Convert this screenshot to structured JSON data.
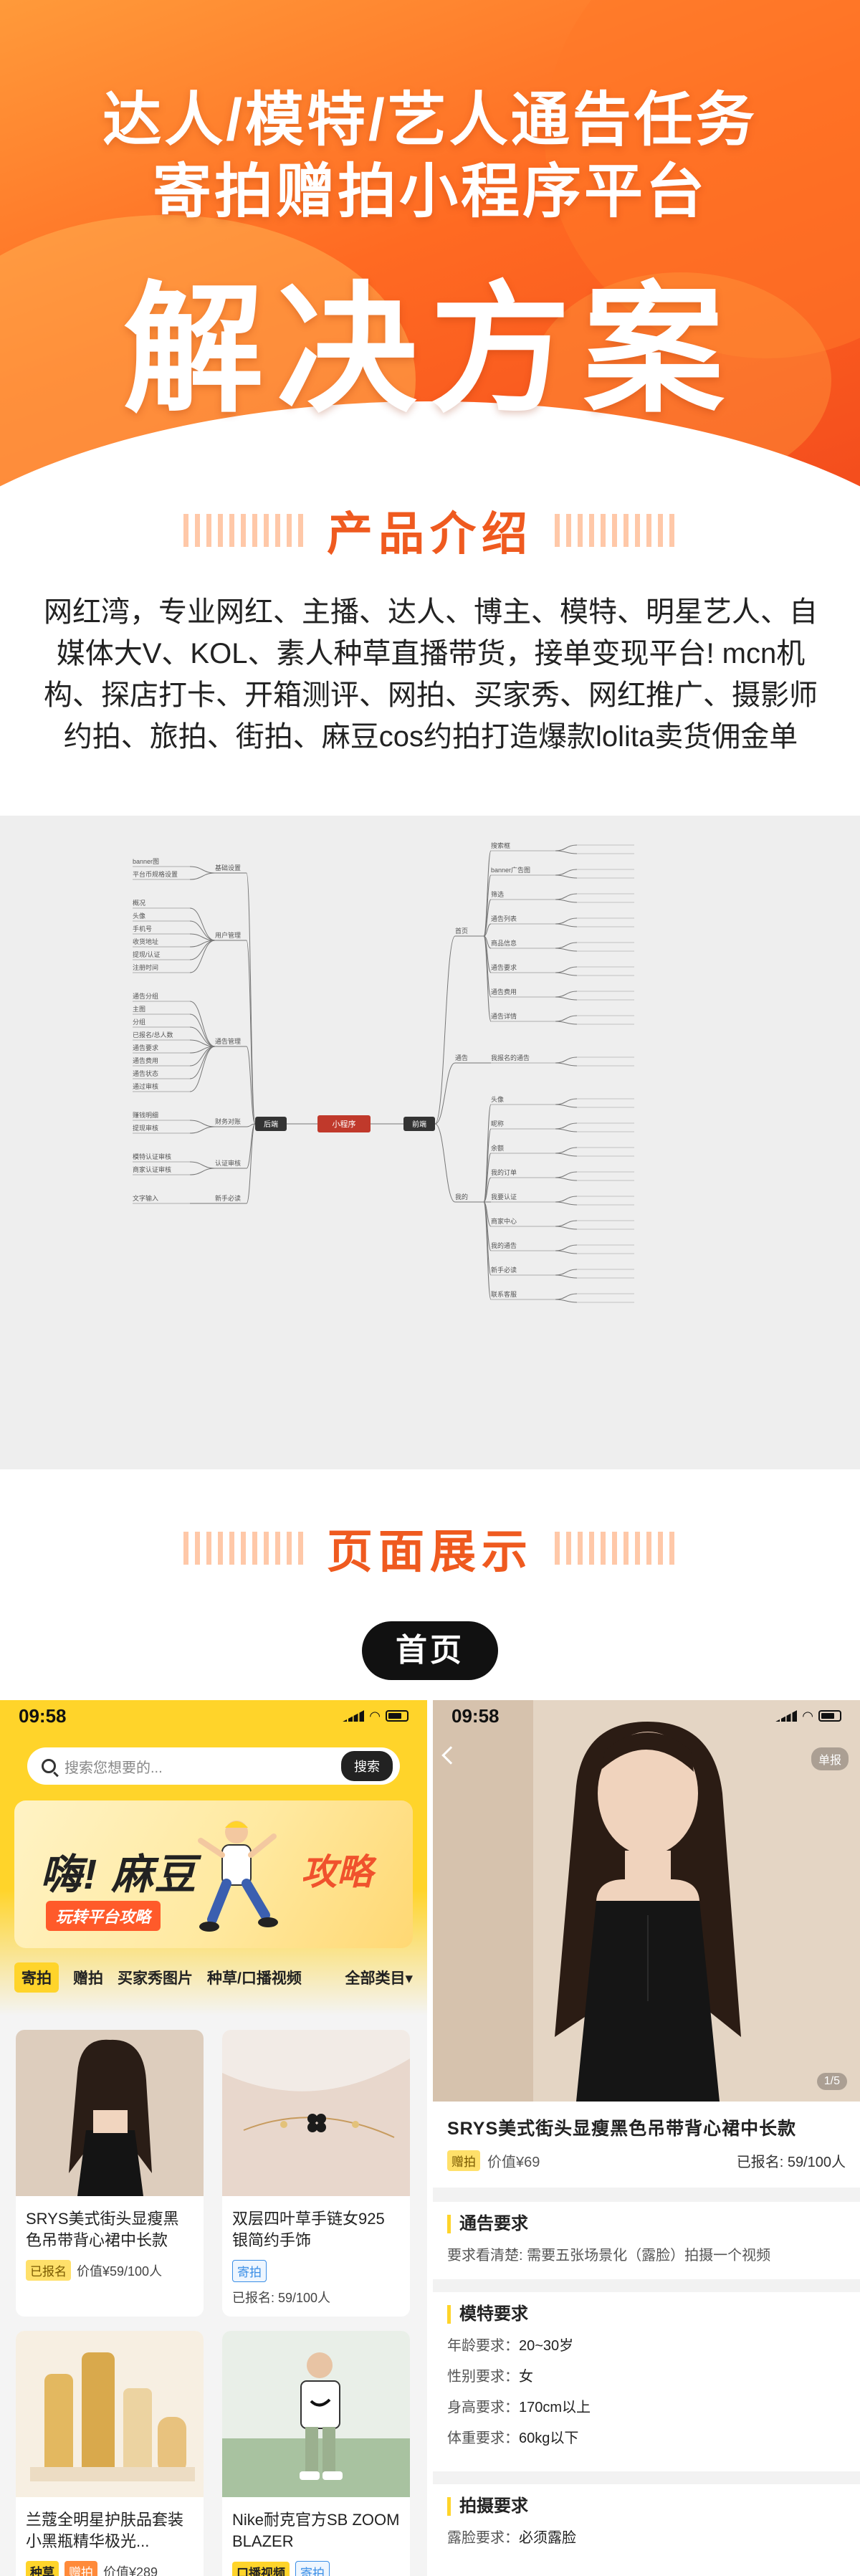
{
  "hero": {
    "line1": "达人/模特/艺人通告任务",
    "line2": "寄拍赠拍小程序平台",
    "big": "解决方案",
    "colors": {
      "primary": "#ff6a22",
      "accent": "#ef5a1f"
    }
  },
  "section_intro": {
    "title": "产品介绍"
  },
  "intro_text": "网红湾，专业网红、主播、达人、博主、模特、明星艺人、自媒体大V、KOL、素人种草直播带货，接单变现平台! mcn机构、探店打卡、开箱测评、网拍、买家秀、网红推广、摄影师约拍、旅拍、街拍、麻豆cos约拍打造爆款lolita卖货佣金单",
  "mindmap": {
    "center": "小程序",
    "left_root": "后端",
    "right_root": "前端",
    "left_groups": [
      {
        "name": "基础设置",
        "items": [
          "banner图",
          "平台币规格设置"
        ]
      },
      {
        "name": "用户管理",
        "items": [
          "概况",
          "头像",
          "手机号",
          "收货地址",
          "提现/认证",
          "注册时间"
        ]
      },
      {
        "name": "通告管理",
        "items": [
          "通告分组",
          "主图",
          "分组",
          "已报名/总人数",
          "通告要求",
          "通告费用",
          "通告状态",
          "通过审核"
        ]
      },
      {
        "name": "财务对账",
        "items": [
          "赚钱明细",
          "提现审核"
        ]
      },
      {
        "name": "认证审核",
        "items": [
          "模特认证审核",
          "商家认证审核"
        ]
      },
      {
        "name": "新手必读",
        "items": [
          "文字输入"
        ]
      }
    ],
    "right_groups": [
      {
        "name": "首页",
        "items": [
          "搜索框",
          "banner广告图",
          "筛选",
          "通告列表",
          "商品信息",
          "通告要求",
          "通告费用",
          "通告详情"
        ]
      },
      {
        "name": "通告",
        "items": [
          "我报名的通告"
        ]
      },
      {
        "name": "我的",
        "items": [
          "头像",
          "昵称",
          "余额",
          "我的订单",
          "我要认证",
          "商家中心",
          "我的通告",
          "新手必读",
          "联系客服"
        ]
      }
    ]
  },
  "section_pages": {
    "title": "页面展示"
  },
  "home_label": "首页",
  "phone_left": {
    "time": "09:58",
    "search_placeholder": "搜索您想要的...",
    "search_button": "搜索",
    "banner": {
      "main": "嗨! 麻豆",
      "accent": "攻略",
      "sub": "玩转平台攻略"
    },
    "tabs": [
      "寄拍",
      "赠拍",
      "买家秀图片",
      "种草/口播视频",
      "全部类目▾"
    ],
    "cards": [
      {
        "title": "SRYS美式街头显瘦黑色吊带背心裙中长款",
        "tag": "已报名",
        "meta": "价值¥59/100人"
      },
      {
        "title": "双层四叶草手链女925银简约手饰",
        "tag": "寄拍",
        "meta": "已报名: 59/100人"
      },
      {
        "title": "兰蔻全明星护肤品套装小黑瓶精华极光...",
        "tag": "种草",
        "tag2": "赠拍",
        "meta": "价值¥289"
      },
      {
        "title": "Nike耐克官方SB ZOOM BLAZER",
        "tag": "口播视频",
        "tag2": "寄拍",
        "meta": ""
      }
    ]
  },
  "phone_right": {
    "time": "09:58",
    "badge": "单报",
    "pager": "1/5",
    "product_title": "SRYS美式街头显瘦黑色吊带背心裙中长款",
    "tag": "赠拍",
    "price": "价值¥69",
    "registered": "已报名: 59/100人",
    "notice_req": {
      "title": "通告要求",
      "text": "要求看清楚: 需要五张场景化（露脸）拍摄一个视频"
    },
    "model_req": {
      "title": "模特要求",
      "age_label": "年龄要求：",
      "age": "20~30岁",
      "gender_label": "性别要求：",
      "gender": "女",
      "height_label": "身高要求：",
      "height": "170cm以上",
      "weight_label": "体重要求：",
      "weight": "60kg以下"
    },
    "shoot_req": {
      "title": "拍摄要求",
      "label": "露脸要求：",
      "value": "必须露脸"
    }
  }
}
